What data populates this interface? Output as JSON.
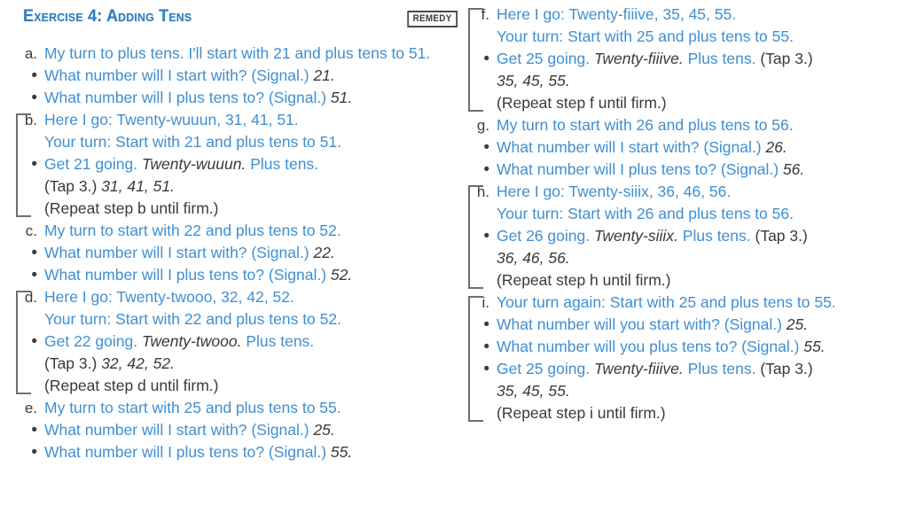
{
  "header": {
    "exercise_title": "Exercise 4: Adding Tens",
    "badge": "REMEDY"
  },
  "colors": {
    "blue": "#3f8fd1",
    "title_blue": "#2d7cc0",
    "dark": "#3a3a3a",
    "bracket": "#6e6e6e",
    "background": "#ffffff"
  },
  "left_column": {
    "steps": [
      {
        "label": "a.",
        "marker_type": "letter",
        "bracketed": false,
        "lines": [
          {
            "id": "a1",
            "marker": "a.",
            "marker_type": "letter",
            "text": "My turn to plus tens. I'll start with 21 and plus tens to 51."
          },
          {
            "id": "a2",
            "marker": "•",
            "marker_type": "bullet",
            "text_pre": "What number will I start with? (Signal.) ",
            "text_ital": "21."
          },
          {
            "id": "a3",
            "marker": "•",
            "marker_type": "bullet",
            "text_pre": "What number will I plus tens to? (Signal.) ",
            "text_ital": "51."
          }
        ]
      },
      {
        "label": "b.",
        "marker_type": "letter",
        "bracketed": true,
        "lines": [
          {
            "id": "b1",
            "marker": "b.",
            "marker_type": "letter",
            "text": "Here I go: Twenty-wuuun, 31, 41, 51."
          },
          {
            "id": "b2",
            "marker": "",
            "marker_type": "none",
            "text": "Your turn: Start with 21 and plus tens to 51."
          },
          {
            "id": "b3",
            "marker": "•",
            "marker_type": "bullet",
            "text_pre": "Get 21 going. ",
            "text_ital": "Twenty-wuuun.",
            "text_post": " Plus tens."
          },
          {
            "id": "b4",
            "marker": "",
            "marker_type": "none",
            "text_dark_pre": "(Tap 3.) ",
            "text_ital": "31, 41, 51."
          },
          {
            "id": "b5",
            "marker": "",
            "marker_type": "none",
            "text_dark": "(Repeat step b until firm.)"
          }
        ]
      },
      {
        "label": "c.",
        "marker_type": "letter",
        "bracketed": false,
        "lines": [
          {
            "id": "c1",
            "marker": "c.",
            "marker_type": "letter",
            "text": "My turn to start with 22 and plus tens to 52."
          },
          {
            "id": "c2",
            "marker": "•",
            "marker_type": "bullet",
            "text_pre": "What number will I start with? (Signal.) ",
            "text_ital": "22."
          },
          {
            "id": "c3",
            "marker": "•",
            "marker_type": "bullet",
            "text_pre": "What number will I plus tens to? (Signal.) ",
            "text_ital": "52."
          }
        ]
      },
      {
        "label": "d.",
        "marker_type": "letter",
        "bracketed": true,
        "lines": [
          {
            "id": "d1",
            "marker": "d.",
            "marker_type": "letter",
            "text": "Here I go: Twenty-twooo, 32, 42, 52."
          },
          {
            "id": "d2",
            "marker": "",
            "marker_type": "none",
            "text": "Your turn: Start with 22 and plus tens to 52."
          },
          {
            "id": "d3",
            "marker": "•",
            "marker_type": "bullet",
            "text_pre": "Get 22 going. ",
            "text_ital": "Twenty-twooo.",
            "text_post": " Plus tens."
          },
          {
            "id": "d4",
            "marker": "",
            "marker_type": "none",
            "text_dark_pre": "(Tap 3.) ",
            "text_ital": "32, 42, 52."
          },
          {
            "id": "d5",
            "marker": "",
            "marker_type": "none",
            "text_dark": "(Repeat step d until firm.)"
          }
        ]
      },
      {
        "label": "e.",
        "marker_type": "letter",
        "bracketed": false,
        "lines": [
          {
            "id": "e1",
            "marker": "e.",
            "marker_type": "letter",
            "text": "My turn to start with 25 and plus tens to 55."
          },
          {
            "id": "e2",
            "marker": "•",
            "marker_type": "bullet",
            "text_pre": "What number will I start with? (Signal.) ",
            "text_ital": "25."
          },
          {
            "id": "e3",
            "marker": "•",
            "marker_type": "bullet",
            "text_pre": "What number will I plus tens to? (Signal.) ",
            "text_ital": "55."
          }
        ]
      }
    ]
  },
  "right_column": {
    "steps": [
      {
        "label": "f.",
        "marker_type": "letter",
        "bracketed": true,
        "lines": [
          {
            "id": "f1",
            "marker": "f.",
            "marker_type": "letter",
            "text": "Here I go: Twenty-fiiive, 35, 45, 55."
          },
          {
            "id": "f2",
            "marker": "",
            "marker_type": "none",
            "text": "Your turn: Start with 25 and plus tens to 55."
          },
          {
            "id": "f3",
            "marker": "•",
            "marker_type": "bullet",
            "text_pre": "Get 25 going. ",
            "text_ital": "Twenty-fiiive.",
            "text_post": " Plus tens. ",
            "text_dark_post": "(Tap 3.)"
          },
          {
            "id": "f4",
            "marker": "",
            "marker_type": "none",
            "text_ital": "35, 45, 55."
          },
          {
            "id": "f5",
            "marker": "",
            "marker_type": "none",
            "text_dark": "(Repeat step f until firm.)"
          }
        ]
      },
      {
        "label": "g.",
        "marker_type": "letter",
        "bracketed": false,
        "lines": [
          {
            "id": "g1",
            "marker": "g.",
            "marker_type": "letter",
            "text": "My turn to start with 26 and plus tens to 56."
          },
          {
            "id": "g2",
            "marker": "•",
            "marker_type": "bullet",
            "text_pre": "What number will I start with? (Signal.) ",
            "text_ital": "26."
          },
          {
            "id": "g3",
            "marker": "•",
            "marker_type": "bullet",
            "text_pre": "What number will I plus tens to? (Signal.) ",
            "text_ital": "56."
          }
        ]
      },
      {
        "label": "h.",
        "marker_type": "letter",
        "bracketed": true,
        "lines": [
          {
            "id": "h1",
            "marker": "h.",
            "marker_type": "letter",
            "text": "Here I go: Twenty-siiix, 36, 46, 56."
          },
          {
            "id": "h2",
            "marker": "",
            "marker_type": "none",
            "text": "Your turn: Start with 26 and plus tens to 56."
          },
          {
            "id": "h3",
            "marker": "•",
            "marker_type": "bullet",
            "text_pre": "Get 26 going. ",
            "text_ital": "Twenty-siiix.",
            "text_post": " Plus tens. ",
            "text_dark_post": "(Tap 3.)"
          },
          {
            "id": "h4",
            "marker": "",
            "marker_type": "none",
            "text_ital": "36, 46, 56."
          },
          {
            "id": "h5",
            "marker": "",
            "marker_type": "none",
            "text_dark": "(Repeat step h until firm.)"
          }
        ]
      },
      {
        "label": "i.",
        "marker_type": "letter",
        "bracketed": true,
        "lines": [
          {
            "id": "i1",
            "marker": "i.",
            "marker_type": "letter",
            "text": "Your turn again: Start with 25 and plus tens to 55."
          },
          {
            "id": "i2",
            "marker": "•",
            "marker_type": "bullet",
            "text_pre": "What number will you start with? (Signal.) ",
            "text_ital": "25."
          },
          {
            "id": "i3",
            "marker": "•",
            "marker_type": "bullet",
            "text_pre": "What number will you plus tens to? (Signal.) ",
            "text_ital": "55."
          },
          {
            "id": "i4",
            "marker": "•",
            "marker_type": "bullet",
            "text_pre": "Get 25 going. ",
            "text_ital": "Twenty-fiiive.",
            "text_post": " Plus tens. ",
            "text_dark_post": "(Tap 3.)"
          },
          {
            "id": "i5",
            "marker": "",
            "marker_type": "none",
            "text_ital": "35, 45, 55."
          },
          {
            "id": "i6",
            "marker": "",
            "marker_type": "none",
            "text_dark": "(Repeat step i until firm.)"
          }
        ]
      }
    ]
  }
}
